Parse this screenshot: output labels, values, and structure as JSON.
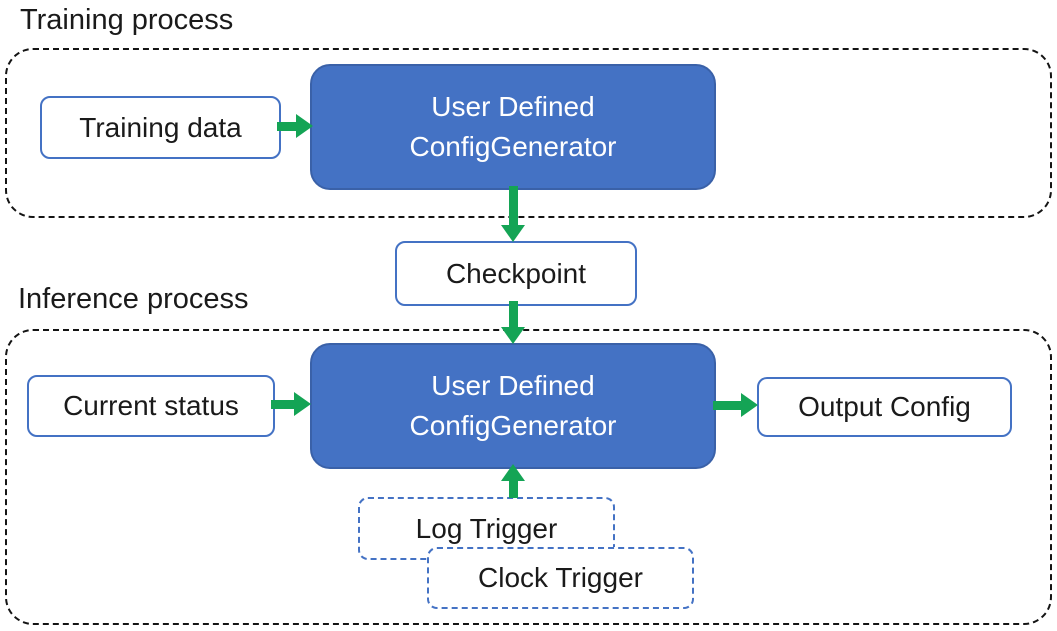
{
  "colors": {
    "accent_blue": "#4472C4",
    "generator_fill": "#4472C4",
    "generator_border": "#3A61A8",
    "arrow_green": "#14A455",
    "outline_black": "#141414",
    "text_color": "#1a1a1a"
  },
  "training": {
    "title": "Training process",
    "data_box": {
      "label": "Training data"
    },
    "generator": {
      "line1": "User Defined",
      "line2": "ConfigGenerator"
    }
  },
  "checkpoint": {
    "label": "Checkpoint"
  },
  "inference": {
    "title": "Inference process",
    "status_box": {
      "label": "Current status"
    },
    "generator": {
      "line1": "User Defined",
      "line2": "ConfigGenerator"
    },
    "output_box": {
      "label": "Output Config"
    },
    "log_trigger": {
      "label": "Log Trigger"
    },
    "clock_trigger": {
      "label": "Clock Trigger"
    }
  }
}
